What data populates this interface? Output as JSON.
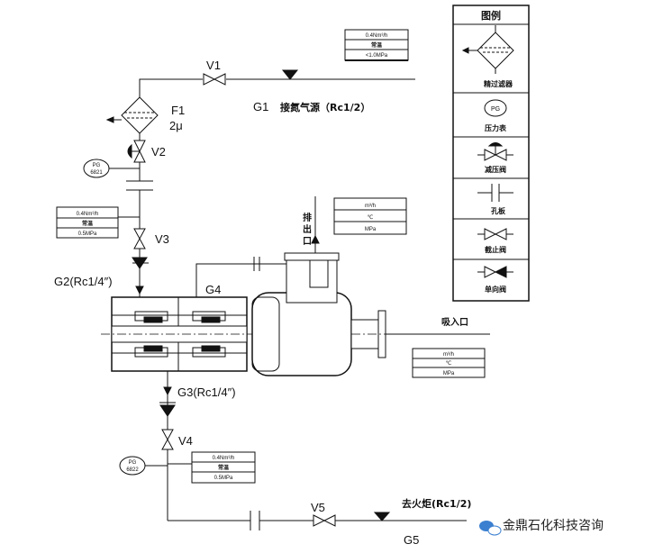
{
  "legend": {
    "title": "图例",
    "items": [
      "精过滤器",
      "压力表",
      "减压阀",
      "孔板",
      "截止阀",
      "单向阀"
    ],
    "gauge_symbol": "PG"
  },
  "valves": {
    "v1": "V1",
    "v2": "V2",
    "v3": "V3",
    "v4": "V4",
    "v5": "V5"
  },
  "filter": {
    "name": "F1",
    "rating": "2μ"
  },
  "ports": {
    "g1": "G1",
    "g1_desc": "接氮气源（Rc1/2）",
    "g2": "G2(Rc1/4″)",
    "g3": "G3(Rc1/4″)",
    "g4": "G4",
    "g5": "G5",
    "g5_desc": "去火炬(Rc1/2)"
  },
  "gauges": {
    "pg6821": {
      "top": "PG",
      "bottom": "6821"
    },
    "pg6822": {
      "top": "PG",
      "bottom": "6822"
    }
  },
  "boxes": {
    "supply": [
      "0.4Nm³/h",
      "常温",
      "<1.0MPa"
    ],
    "v3": [
      "0.4Nm³/h",
      "常温",
      "0.5MPa"
    ],
    "discharge": [
      "m³/h",
      "℃",
      "MPa"
    ],
    "suction": [
      "m³/h",
      "℃",
      "MPa"
    ],
    "flare": [
      "0.4Nm³/h",
      "常温",
      "0.5MPa"
    ]
  },
  "pump": {
    "discharge_label": "排出口",
    "suction_label": "吸入口"
  },
  "watermark": "金鼎石化科技咨询",
  "colors": {
    "line": "#111111",
    "background": "#ffffff",
    "watermark_logo": "#3a7fd0"
  }
}
